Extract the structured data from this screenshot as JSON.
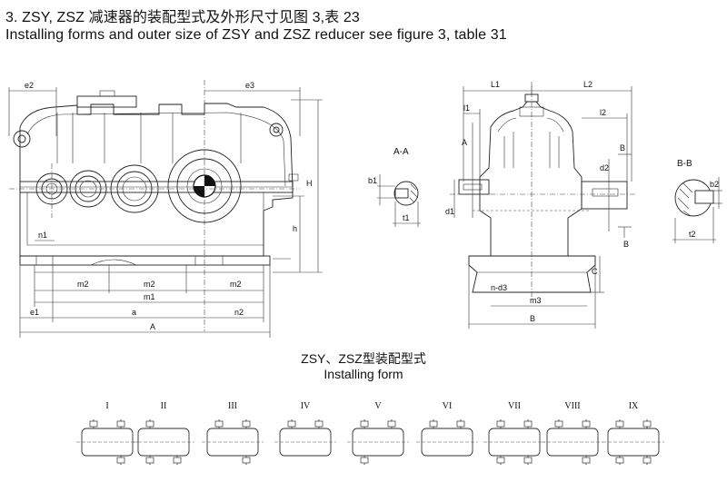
{
  "heading": {
    "line1": "3. ZSY, ZSZ 减速器的装配型式及外形尺寸见图 3,表 23",
    "line2": "Installing forms and outer size of ZSY and ZSZ reducer see figure 3, table 31"
  },
  "front_view": {
    "labels": [
      "e2",
      "e3",
      "H",
      "h",
      "n1",
      "m2",
      "m2",
      "m2",
      "m1",
      "e1",
      "a",
      "n2",
      "A"
    ]
  },
  "section_aa": {
    "title": "A-A",
    "labels": [
      "b1",
      "t1"
    ]
  },
  "side_view": {
    "labels": [
      "L1",
      "L2",
      "l1",
      "l2",
      "A",
      "d2",
      "d1",
      "B",
      "B",
      "C",
      "n-d3",
      "m3",
      "B"
    ]
  },
  "section_bb": {
    "title": "B-B",
    "labels": [
      "b2",
      "t2"
    ]
  },
  "installing_form": {
    "title_cn": "ZSY、ZSZ型装配型式",
    "title_en": "Installing form",
    "forms": [
      "I",
      "II",
      "III",
      "IV",
      "V",
      "VI",
      "VII",
      "VIII",
      "IX"
    ]
  }
}
